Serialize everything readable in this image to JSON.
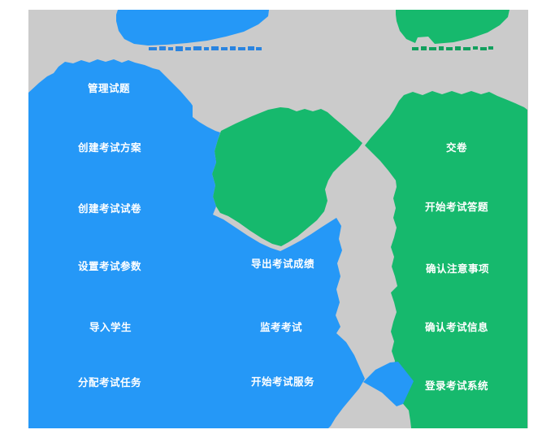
{
  "diagram": {
    "type": "sketch-cloud-task-diagram",
    "background_color": "#ffffff",
    "canvas_color": "#cbcbcb",
    "colors": {
      "blue": "#2598f7",
      "green": "#16b96d",
      "clipped_stroke_blue": "#2a84e0",
      "clipped_stroke_green": "#12a05e",
      "label_text": "#ffffff"
    },
    "columns": {
      "left": {
        "labels": [
          "管理试题",
          "创建考试方案",
          "创建考试试卷",
          "设置考试参数",
          "导入学生",
          "分配考试任务"
        ]
      },
      "middle": {
        "labels": [
          "导出考试成绩",
          "监考考试",
          "开始考试服务"
        ]
      },
      "right": {
        "labels": [
          "交卷",
          "开始考试答题",
          "确认注意事项",
          "确认考试信息",
          "登录考试系统"
        ]
      }
    }
  }
}
